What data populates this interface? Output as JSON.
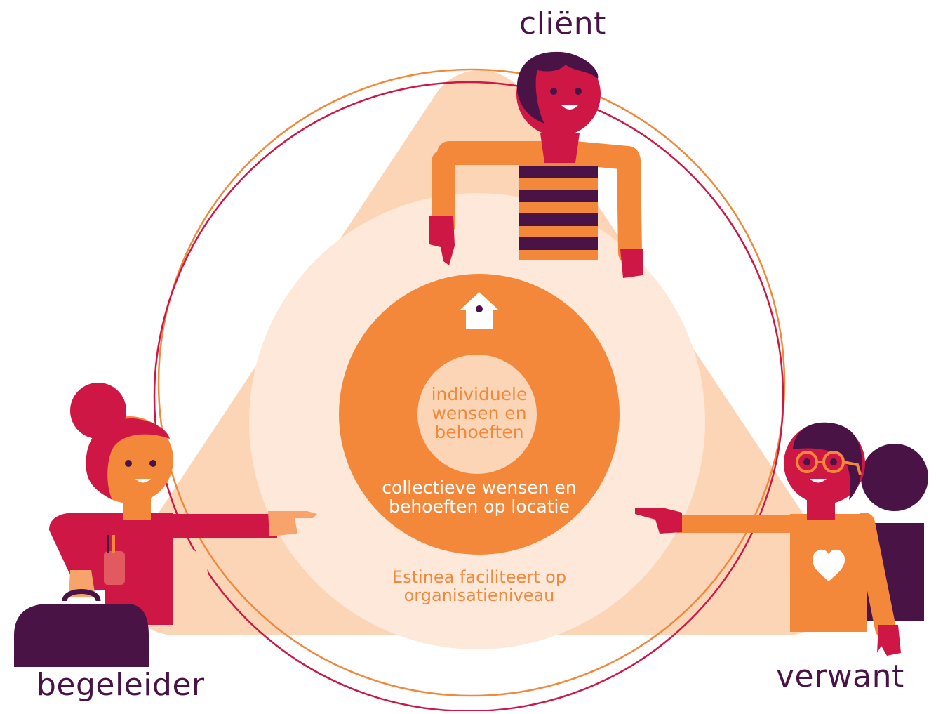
{
  "labels": {
    "client": "cliënt",
    "begeleider": "begeleider",
    "verwant": "verwant"
  },
  "circles": {
    "inner": "individuele wensen en behoeften",
    "middle": "collectieve wensen en behoeften op locatie",
    "outer": "Estinea faciliteert op organisatieniveau"
  },
  "icons": {
    "home": "house-icon",
    "heart": "heart-icon",
    "bag": "bag-icon",
    "glasses": "glasses-icon"
  },
  "colors": {
    "orange": "#f3883b",
    "crimson": "#cf1745",
    "purple": "#4a1346",
    "peach_light": "#fde8d9",
    "peach": "#fbd5b6",
    "skin": "#f7a36b"
  }
}
